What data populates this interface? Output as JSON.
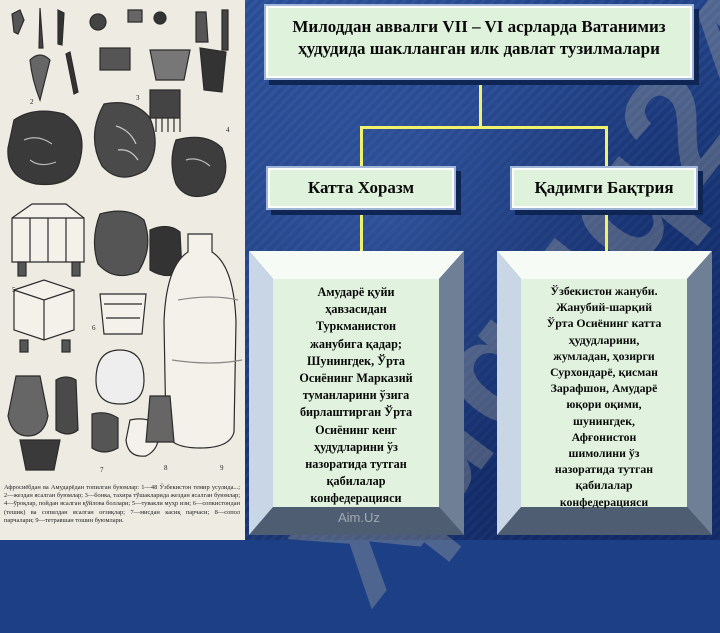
{
  "diagram": {
    "title_lines": [
      "Милоддан аввалги VII – VI асрларда Ватанимиз",
      "ҳудудида шаклланган илк давлат тузилмалари"
    ],
    "left_state": {
      "name": "Катта Хоразм",
      "description_lines": [
        "Амударё қуйи",
        "ҳавзасидан",
        "Туркманистон",
        "жанубига қадар;",
        "Шунингдек, Ўрта",
        "Осиёнинг Марказий",
        "туманларини ўзига",
        "бирлаштирган Ўрта",
        "Осиёнинг кенг",
        "ҳудудларини ўз",
        "назоратида тутган",
        "қабилалар",
        "конфедерацияси"
      ]
    },
    "right_state": {
      "name": "Қадимги Бақтрия",
      "description_lines": [
        "Ўзбекистон жануби.",
        "Жанубий-шарқий",
        "Ўрта Осиёнинг катта",
        "ҳудудларини,",
        "жумладан, ҳозирги",
        "Сурхондарё, қисман",
        "Зарафшон, Амударё",
        "юқори оқими,",
        "шунингдек,",
        "Афғонистон",
        "шимолини ўз",
        "назоратида тутган",
        "қабилалар",
        "конфедерацияси"
      ]
    },
    "connector_color": "#f1f16a",
    "box_fill_color": "#dff2dc"
  },
  "plate": {
    "caption": "Афросиёбдан ва Амударёдан топилган буюмлар: 1—48 Ўзбекистон темир усулида...; 2—жездан ясалган буюмлар; 3—бонка, тахира тўшакларида жездан ясалган буюмлар; 4—ўроқлар, пойдан ясалган қўйлова боллари; 5—тувакли муҳр изи; 6—сопкистондан (тешик) ва сопилдан ясалган оғзиқлар; 7—мисдан касиқ парчаси; 8—сопол парчалари; 9—тетравшан тошин буюмлари."
  },
  "watermark": {
    "text": "Ҳuquq24"
  },
  "footer": {
    "site": "Aim.Uz"
  }
}
